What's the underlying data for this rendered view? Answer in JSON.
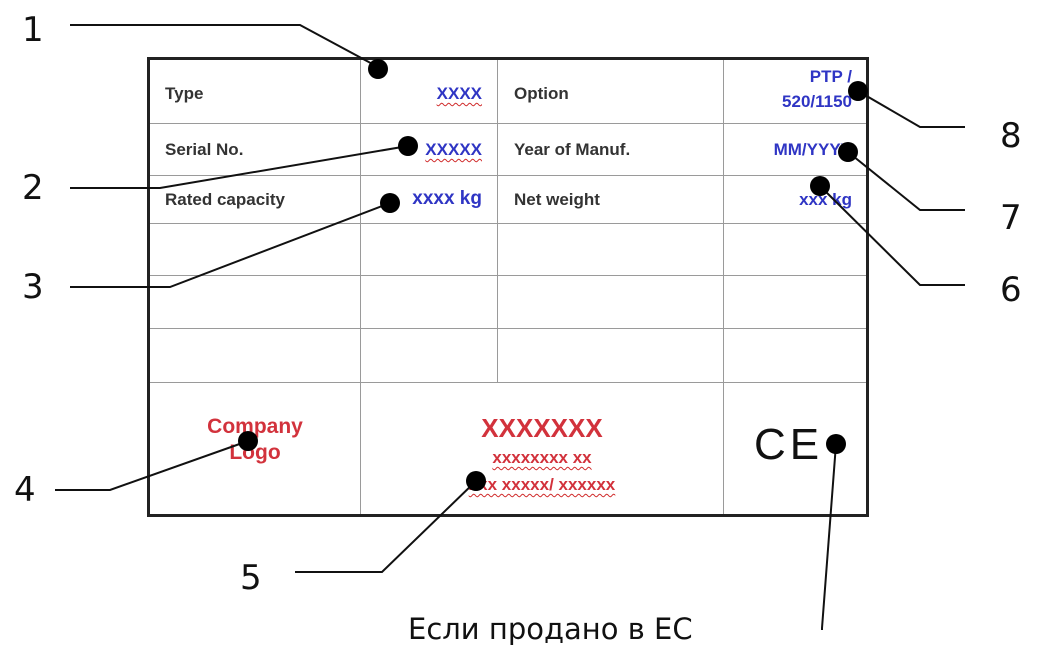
{
  "plate": {
    "type_label": "Type",
    "type_value": "XXXX",
    "option_label": "Option",
    "option_value_line1": "PTP /",
    "option_value_line2": "520/1150",
    "serial_label": "Serial No.",
    "serial_value": "XXXXX",
    "year_label": "Year of Manuf.",
    "year_value": "MM/YYYY",
    "capacity_label": "Rated capacity",
    "capacity_value": "xxxx kg",
    "net_weight_label": "Net weight",
    "net_weight_value": "xxx kg",
    "logo_line1": "Company",
    "logo_line2": "Logo",
    "address_line1": "XXXXXXX",
    "address_line2": "xxxxxxxx xx",
    "address_line3": "xxx xxxxx/ xxxxxx",
    "ce_mark": "CE"
  },
  "callouts": [
    "1",
    "2",
    "3",
    "4",
    "5",
    "6",
    "7",
    "8"
  ],
  "eu_note": "Если продано в ЕС",
  "colors": {
    "value_blue": "#2f35c4",
    "marking_red": "#d2323c",
    "border": "#222222"
  }
}
